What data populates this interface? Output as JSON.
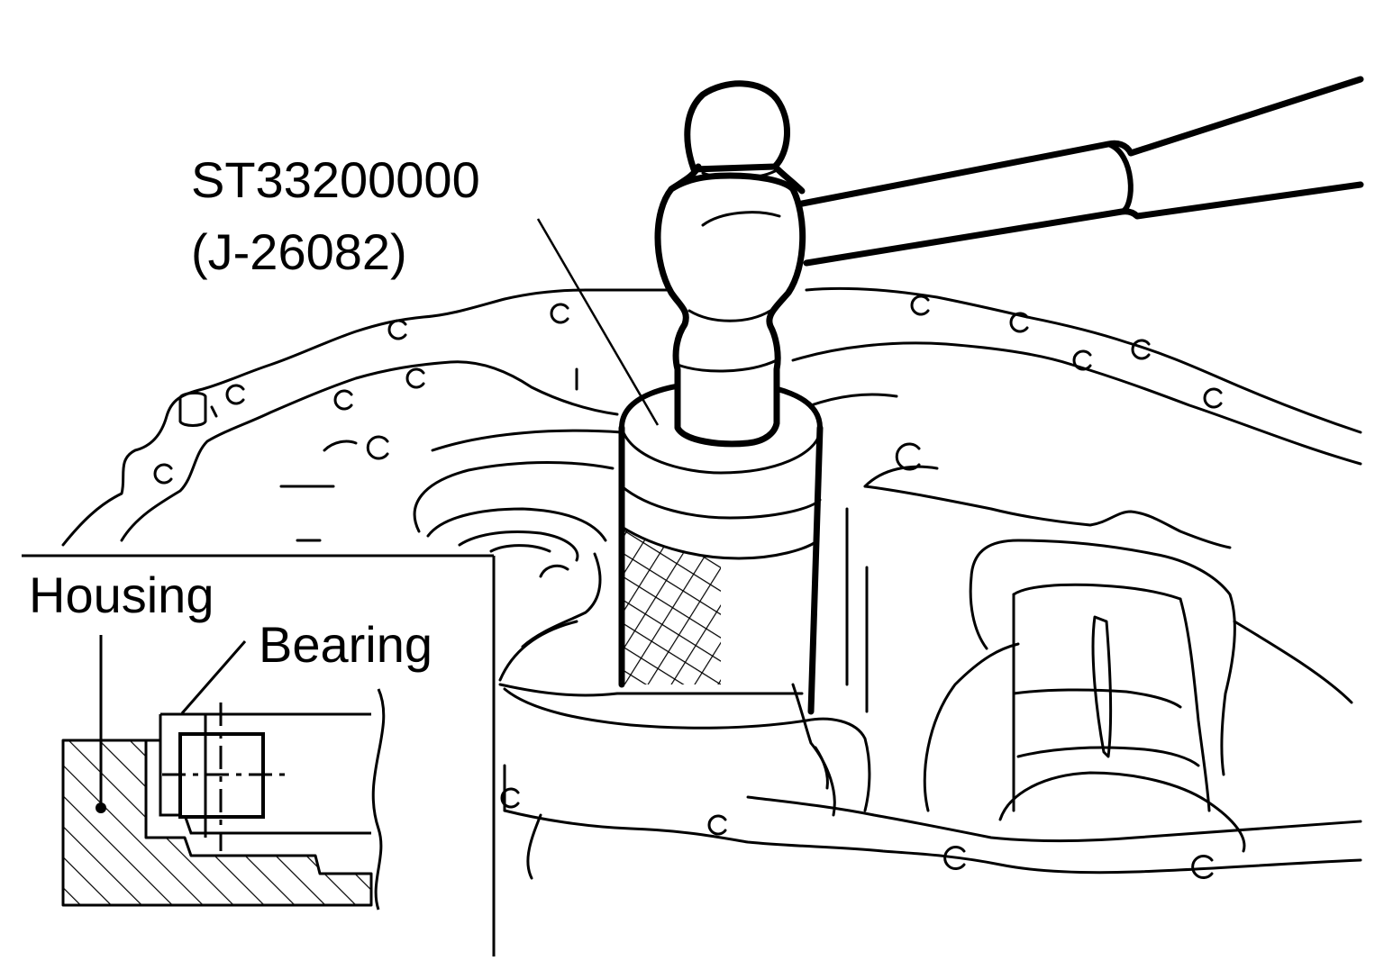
{
  "labels": {
    "tool_part_number": "ST33200000",
    "tool_alt_number": "(J-26082)",
    "inset_housing": "Housing",
    "inset_bearing": "Bearing"
  },
  "colors": {
    "ink": "#000000",
    "paper": "#ffffff"
  }
}
